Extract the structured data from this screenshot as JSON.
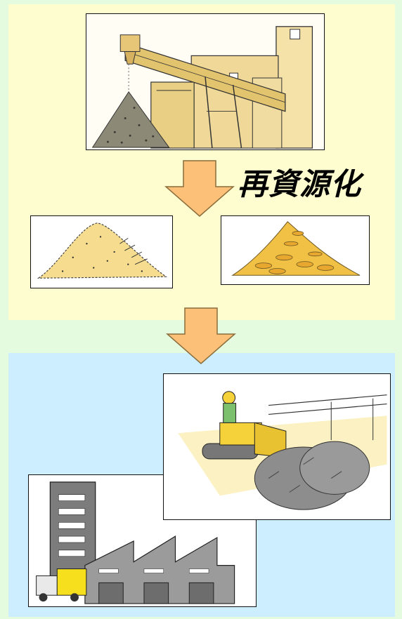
{
  "caption": {
    "text": "再資源化"
  },
  "colors": {
    "page_background": "#e4fbe0",
    "top_panel": "#fefdcf",
    "bottom_panel": "#cdeefe",
    "arrow_fill": "#fcc078",
    "arrow_stroke": "#8a6d3b"
  },
  "illustrations": [
    {
      "name": "recycling-plant-illustration"
    },
    {
      "name": "recycled-sand-pile-illustration"
    },
    {
      "name": "recycled-chips-pile-illustration"
    },
    {
      "name": "bulldozer-illustration"
    },
    {
      "name": "factory-illustration"
    }
  ],
  "arrows": [
    {
      "name": "down-arrow-icon"
    },
    {
      "name": "down-arrow-icon"
    }
  ]
}
